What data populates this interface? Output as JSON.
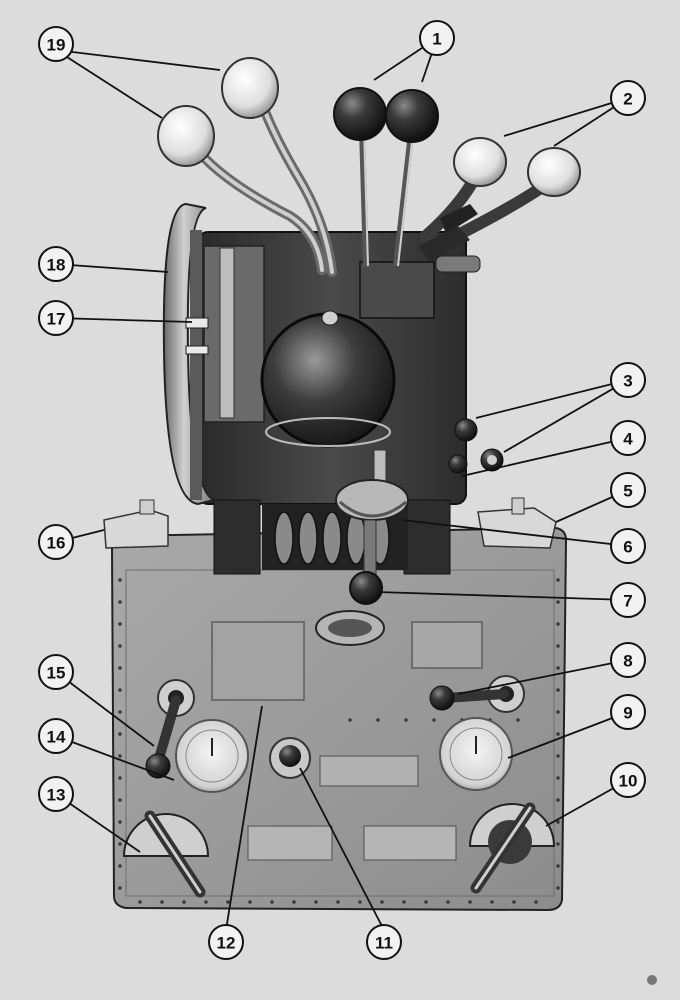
{
  "diagram": {
    "callouts": [
      {
        "id": "c1",
        "label": "1"
      },
      {
        "id": "c2",
        "label": "2"
      },
      {
        "id": "c3",
        "label": "3"
      },
      {
        "id": "c4",
        "label": "4"
      },
      {
        "id": "c5",
        "label": "5"
      },
      {
        "id": "c6",
        "label": "6"
      },
      {
        "id": "c7",
        "label": "7"
      },
      {
        "id": "c8",
        "label": "8"
      },
      {
        "id": "c9",
        "label": "9"
      },
      {
        "id": "c10",
        "label": "10"
      },
      {
        "id": "c11",
        "label": "11"
      },
      {
        "id": "c12",
        "label": "12"
      },
      {
        "id": "c13",
        "label": "13"
      },
      {
        "id": "c14",
        "label": "14"
      },
      {
        "id": "c15",
        "label": "15"
      },
      {
        "id": "c16",
        "label": "16"
      },
      {
        "id": "c17",
        "label": "17"
      },
      {
        "id": "c18",
        "label": "18"
      },
      {
        "id": "c19",
        "label": "19"
      }
    ],
    "colors": {
      "background": "#dcdcdc",
      "panel": "#9c9c9c",
      "housing": "#3a3a3a",
      "knob_light": "#e6e6e6",
      "knob_dark": "#2a2a2a",
      "ink": "#111111"
    }
  }
}
